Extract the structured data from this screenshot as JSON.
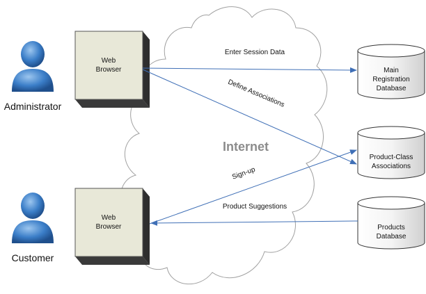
{
  "actors": {
    "administrator": "Administrator",
    "customer": "Customer"
  },
  "browsers": {
    "admin": [
      "Web",
      "Browser"
    ],
    "customer": [
      "Web",
      "Browser"
    ]
  },
  "cloud": {
    "label": "Internet"
  },
  "databases": {
    "main": [
      "Main",
      "Registration",
      "Database"
    ],
    "assoc": [
      "Product-Class",
      "Associations"
    ],
    "products": [
      "Products",
      "Database"
    ]
  },
  "flows": {
    "session": "Enter Session Data",
    "define": "Define Associations",
    "signup": "Sign-up",
    "suggest": "Product Suggestions"
  },
  "colors": {
    "actor": "#3b7ec8",
    "browser_face": "#e8e8d8",
    "browser_side": "#3a3a3a",
    "arrow": "#3f6fb6",
    "cloud_stroke": "#a0a0a0"
  }
}
